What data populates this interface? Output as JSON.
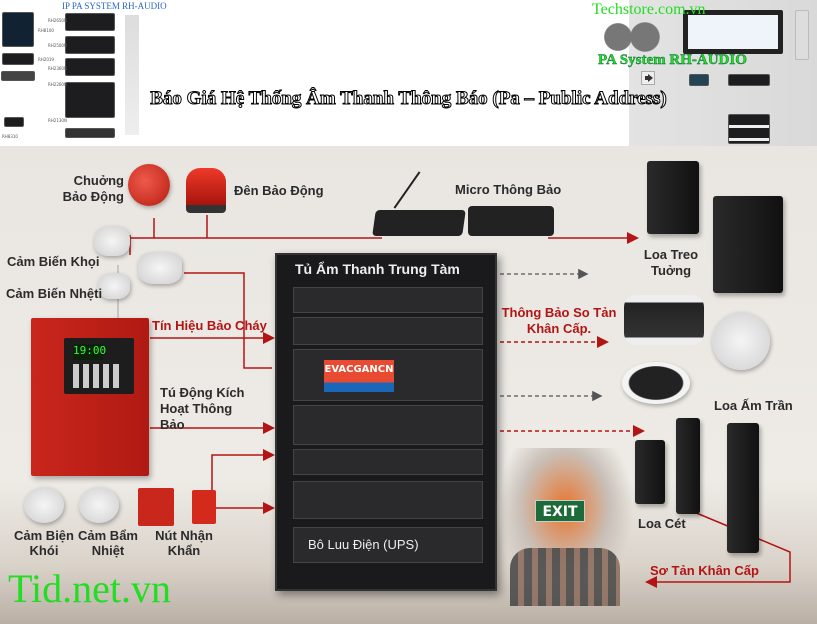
{
  "banner": {
    "left_caption": "IP PA SYSTEM RH-AUDIO",
    "watermark_top": "Techstore.com.vn",
    "right_caption": "PA System RH-AUDIO",
    "title": "Báo Giá Hệ Thống Âm Thanh Thông Báo (Pa – Public Address)",
    "device_labels": [
      "RH8100",
      "RH2019",
      "RH8310",
      "RH2650N",
      "RH2500N",
      "RH2360N",
      "RH2260N",
      "RH2130N"
    ]
  },
  "diagram": {
    "bell": "Chuởng Bảo Động",
    "beacon": "Đên Bảo Động",
    "microphone": "Micro Thông Bảo",
    "smoke_sensor": "Cảm Biến Khọi",
    "heat_sensor": "Cảm Biến Nhệti",
    "fire_signal": "Tín Hiệu Bảo Cháy",
    "auto_trigger": "Tú Động Kích Hoạt Thông Bảo",
    "rack_title": "Tủ Ẩm Thanh Trung Tàm",
    "panel_display": "19:00",
    "rack_screen": "EVACGANCN",
    "ups": "Bô Luu Điện (UPS)",
    "wall_speaker": "Loa Treo Tuởng",
    "evac_notice": "Thông Bảo So Tản Khân Cấp.",
    "ceiling_speaker": "Loa Ấm Trần",
    "column_speaker": "Loa Cét",
    "evacuation": "Sơ Tản Khân Cấp",
    "exit_sign": "EXIT",
    "smoke_detector": "Cảm Biện Khói",
    "heat_detector": "Cảm Bẩm Nhiệt",
    "call_button": "Nút Nhận Khẩn"
  },
  "watermark_bottom": "Tid.net.vn",
  "colors": {
    "accent_red": "#b31414",
    "watermark_green": "#22dd22",
    "rack": "#1d1d1f"
  }
}
